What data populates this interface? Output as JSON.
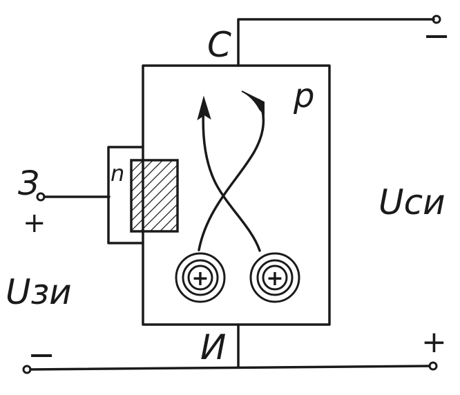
{
  "labels": {
    "drain": "С",
    "source": "И",
    "gate": "З",
    "p_region": "р",
    "n_region": "n",
    "u_gs": "Uзи",
    "u_ds": "Uси",
    "gate_plus": "+",
    "drain_minus": "−",
    "source_minus": "−",
    "source_plus": "+",
    "carrier_sign": "+"
  },
  "colors": {
    "ink": "#1a1a1a",
    "background": "#ffffff"
  }
}
